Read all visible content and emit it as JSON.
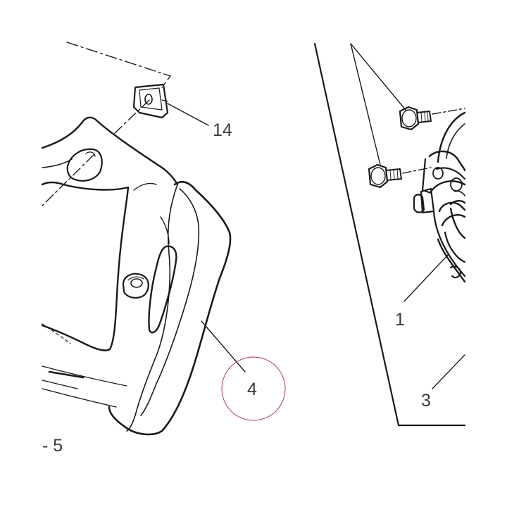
{
  "diagram": {
    "callouts": {
      "part_14": "14",
      "part_1": "1",
      "part_3": "3",
      "part_4": "4",
      "part_5": "- 5"
    },
    "highlight_color": "#b7354a",
    "line_color": "#1a1a1a"
  }
}
